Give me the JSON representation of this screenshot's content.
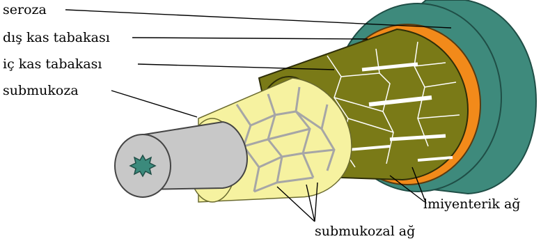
{
  "labels": {
    "seroza": "seroza",
    "outer_muscle": "dış kas tabakası",
    "inner_muscle": "iç kas tabakası",
    "submucosa": "submukoza",
    "myenteric": "lmiyenterik ağ",
    "submucosal_net": "submukozal ağ"
  },
  "colors": {
    "seroza": "#3e8a7c",
    "outer_muscle": "#f28a1a",
    "inner_muscle": "#7a7a17",
    "submucosa": "#f6f2a0",
    "mucosa": "#c8c8c8",
    "lumen": "#3b8a7c",
    "network": "#a6a6a6"
  }
}
